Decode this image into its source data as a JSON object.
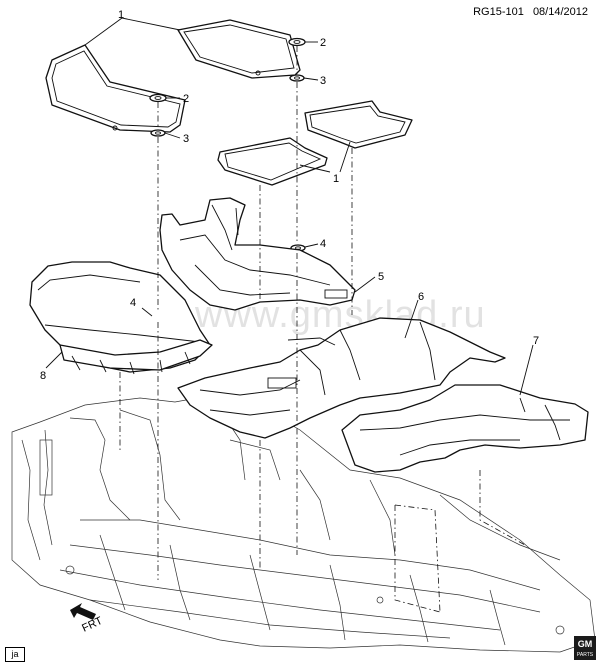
{
  "header": {
    "ref": "RG15-101",
    "date": "08/14/2012"
  },
  "watermark": "www.gmsklad.ru",
  "callouts": [
    "1",
    "2",
    "3",
    "2",
    "3",
    "1",
    "4",
    "5",
    "6",
    "4",
    "7",
    "8"
  ],
  "direction": "FRT",
  "footer": {
    "code": "ja",
    "logo": "GM",
    "logo_sub": "PARTS"
  },
  "colors": {
    "line": "#111111",
    "background": "#ffffff"
  }
}
